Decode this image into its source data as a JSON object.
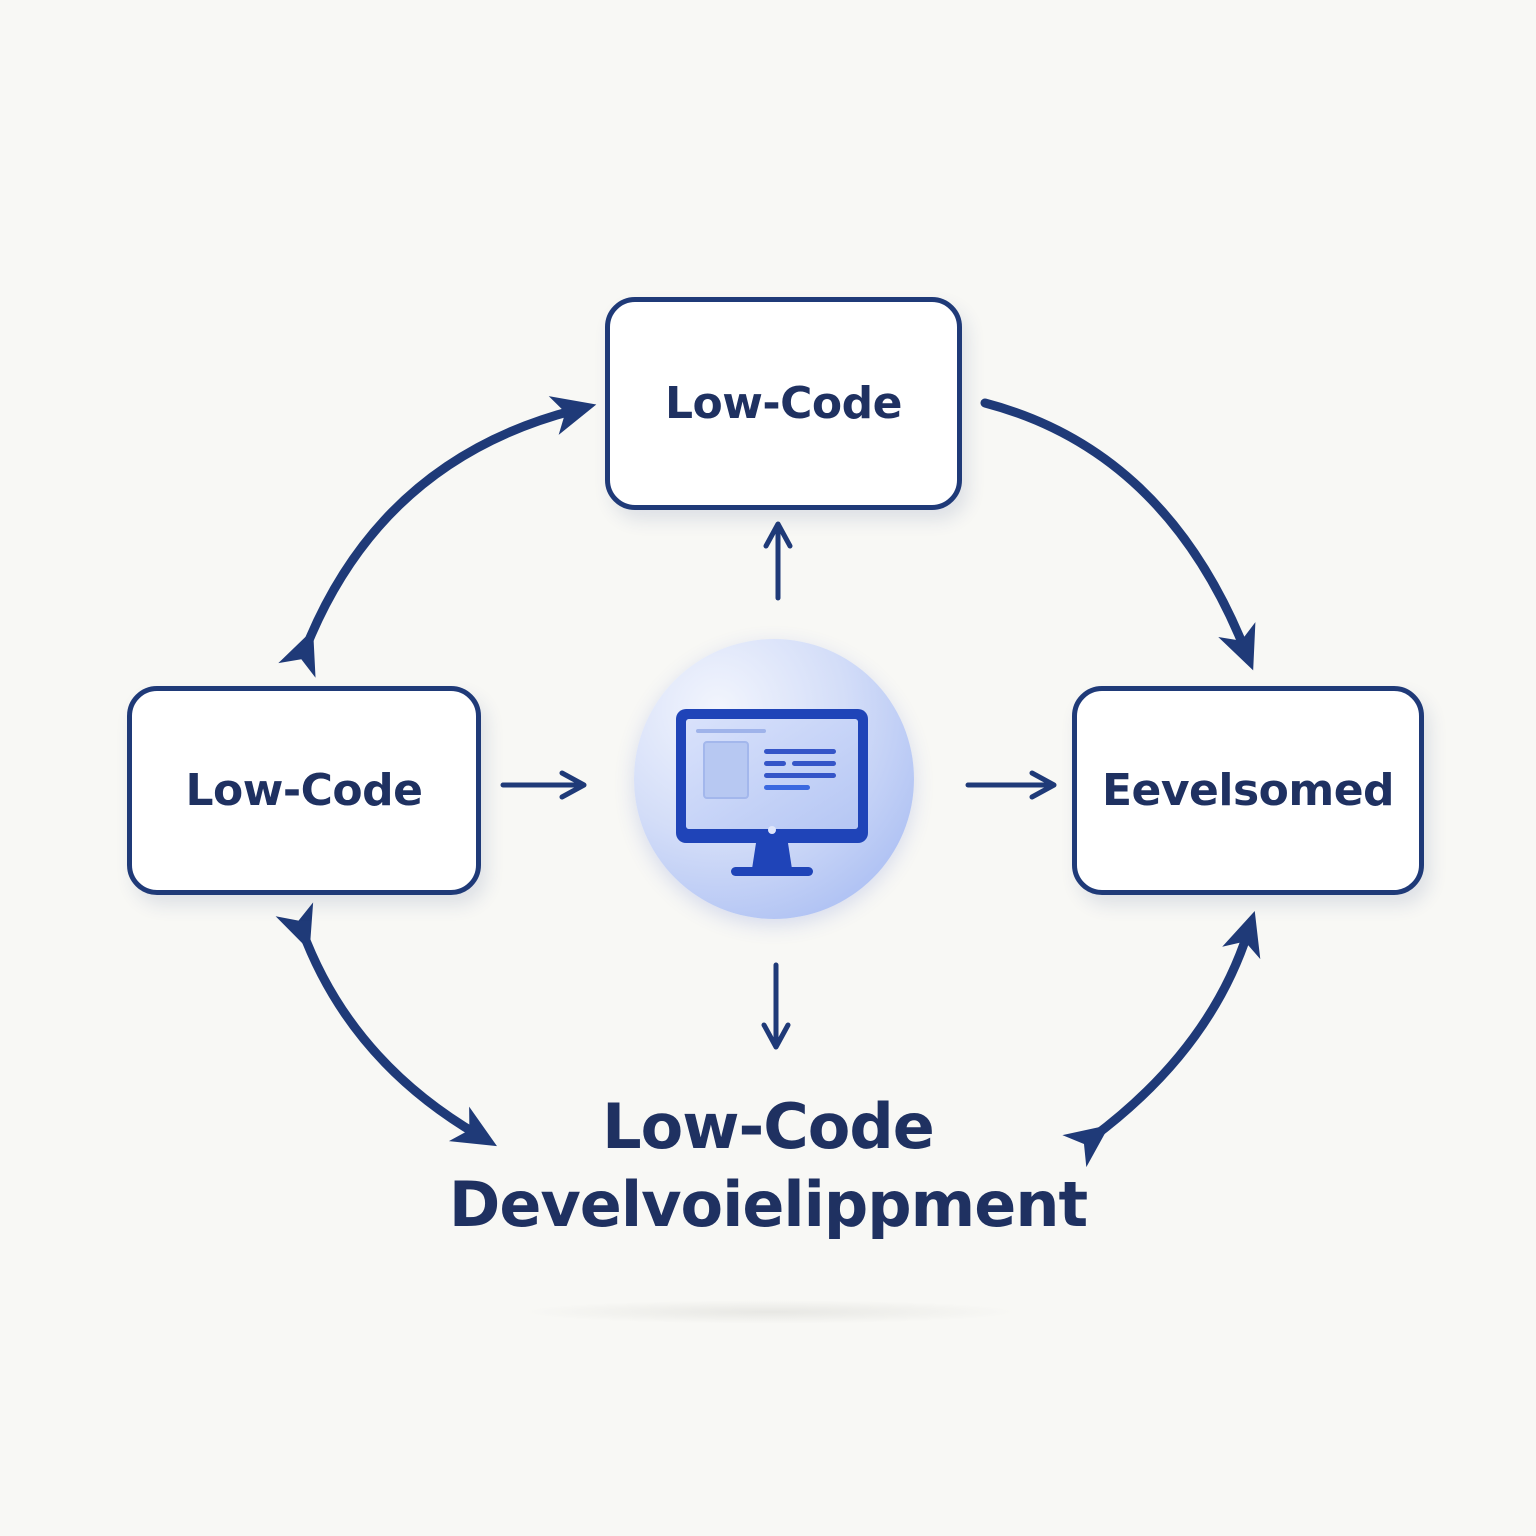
{
  "diagram": {
    "nodes": {
      "top": {
        "label": "Low-Code"
      },
      "left": {
        "label": "Low-Code"
      },
      "right": {
        "label": "Eevelsomed"
      }
    },
    "hub": {
      "icon": "monitor-icon"
    },
    "caption": {
      "line1": "Low-Code",
      "line2": "Develvoielippment"
    }
  },
  "colors": {
    "stroke": "#1f3a78",
    "text": "#1f3161",
    "hub_accent": "#1f44b8",
    "background": "#f8f8f5"
  }
}
